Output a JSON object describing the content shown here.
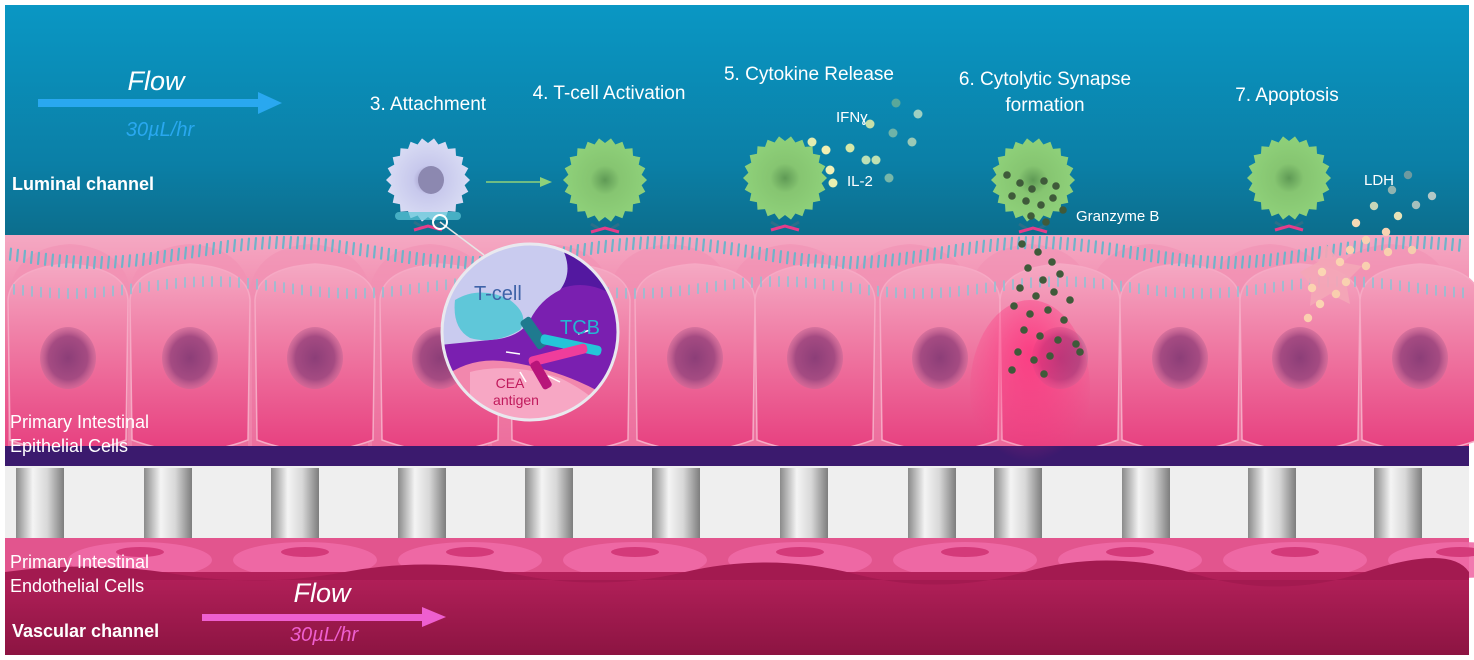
{
  "luminal": {
    "flow_label": "Flow",
    "flow_rate": "30µL/hr",
    "channel_label": "Luminal channel"
  },
  "vascular": {
    "flow_label": "Flow",
    "flow_rate": "30µL/hr",
    "channel_label": "Vascular channel"
  },
  "epithelial_label": [
    "Primary Intestinal",
    "Epithelial Cells"
  ],
  "endothelial_label": [
    "Primary Intestinal",
    "Endothelial Cells"
  ],
  "steps": {
    "attachment": "3. Attachment",
    "activation": "4. T-cell Activation",
    "cytokine": "5. Cytokine Release",
    "synapse": [
      "6. Cytolytic Synapse",
      "formation"
    ],
    "apoptosis": "7. Apoptosis"
  },
  "markers": {
    "ifng": "IFNɣ",
    "il2": "IL-2",
    "granzyme": "Granzyme B",
    "ldh": "LDH"
  },
  "zoom": {
    "tcell": "T-cell",
    "tcb": "TCB",
    "cea": [
      "CEA",
      "antigen"
    ]
  },
  "colors": {
    "luminal_top": "#0a93bf",
    "luminal_bottom": "#0c5a73",
    "epithelium": "#ee5f92",
    "vascular": "#9c1748",
    "membrane_pore": "#bdbdbd",
    "tcell_green": "#7fc36a",
    "flow_blue": "#29a8f0",
    "flow_pink": "#ee5fcf"
  }
}
